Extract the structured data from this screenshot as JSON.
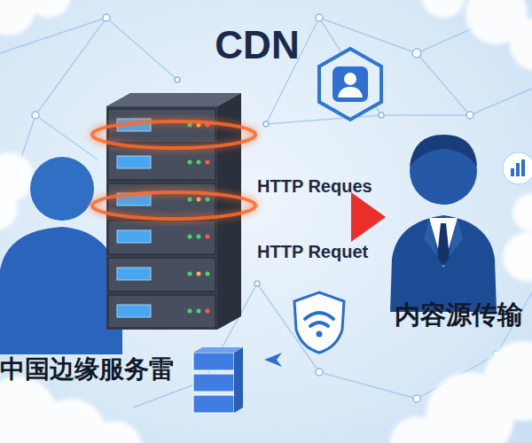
{
  "diagram": {
    "title": "CDN",
    "nodes": [
      {
        "text": [
          "中国边缘服务雷"
        ]
      },
      {
        "text": [
          "内容源传输"
        ]
      }
    ],
    "edges": [
      {
        "from": 0,
        "to": 1,
        "arrow": "to",
        "label": "HTTP Reques"
      }
    ],
    "labels": [
      "HTTP Requet"
    ]
  }
}
